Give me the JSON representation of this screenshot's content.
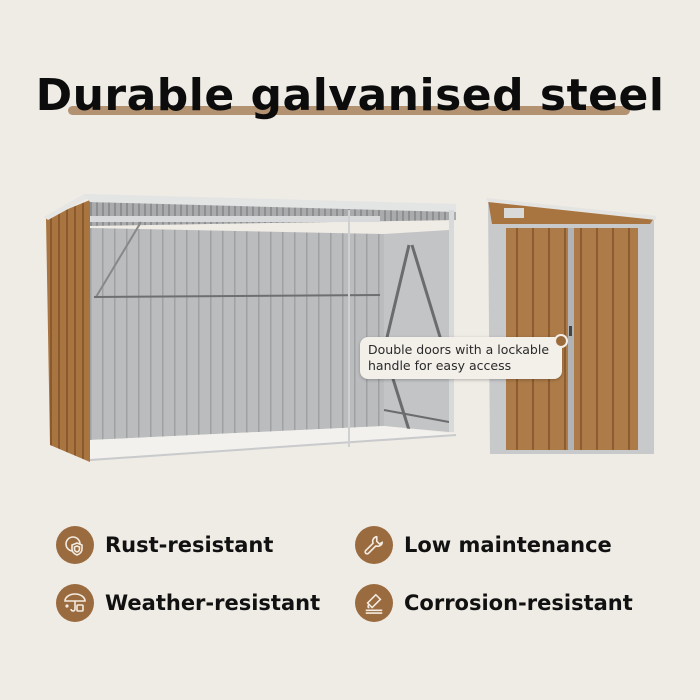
{
  "header": {
    "title": "Durable galvanised steel"
  },
  "product": {
    "open_shed_image": "open-sided-shed",
    "closed_shed_image": "closed-shed-double-doors",
    "callout": {
      "line1": "Double doors with a lockable",
      "line2": "handle for easy access"
    }
  },
  "features": [
    {
      "icon": "rust-shield-icon",
      "label": "Rust-resistant"
    },
    {
      "icon": "wrench-icon",
      "label": "Low maintenance"
    },
    {
      "icon": "umbrella-icon",
      "label": "Weather-resistant"
    },
    {
      "icon": "corrosion-test-icon",
      "label": "Corrosion-resistant"
    }
  ],
  "colors": {
    "background": "#efebe5",
    "accent_brown": "#9a6b3f",
    "title_underline": "#b39272",
    "shed_wood": "#a8743f",
    "shed_metal": "#b9bbbd"
  }
}
